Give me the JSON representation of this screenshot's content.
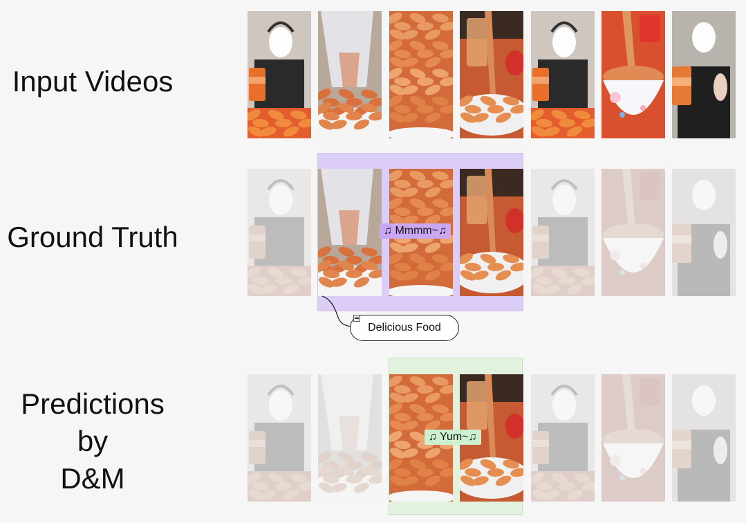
{
  "rows": [
    {
      "id": "input",
      "label_lines": [
        "Input Videos"
      ],
      "frames": [
        {
          "scene": "person-can",
          "faded": false
        },
        {
          "scene": "pouring-bowl",
          "faded": false
        },
        {
          "scene": "food-closeup",
          "faded": false
        },
        {
          "scene": "chopsticks-lift",
          "faded": false
        },
        {
          "scene": "person-can",
          "faded": false
        },
        {
          "scene": "bowl-chopsticks",
          "faded": false
        },
        {
          "scene": "person-can-2",
          "faded": false
        }
      ]
    },
    {
      "id": "ground-truth",
      "label_lines": [
        "Ground Truth"
      ],
      "highlight_color": "#dccdf6",
      "badge": "♫ Mmmm~♫",
      "badge_color": "#c9a7f2",
      "frames": [
        {
          "scene": "person-can",
          "faded": true
        },
        {
          "scene": "pouring-bowl",
          "faded": false
        },
        {
          "scene": "food-closeup",
          "faded": false
        },
        {
          "scene": "chopsticks-lift",
          "faded": false
        },
        {
          "scene": "person-can",
          "faded": true
        },
        {
          "scene": "bowl-chopsticks",
          "faded": true
        },
        {
          "scene": "person-can-2",
          "faded": true
        }
      ]
    },
    {
      "id": "predictions",
      "label_lines": [
        "Predictions",
        "by",
        "D&M"
      ],
      "highlight_color": "#e3f2dc",
      "badge": "♫ Yum~♫",
      "badge_color": "#cdf0cf",
      "frames": [
        {
          "scene": "person-can",
          "faded": true
        },
        {
          "scene": "pouring-bowl",
          "faded": true
        },
        {
          "scene": "food-closeup",
          "faded": false
        },
        {
          "scene": "chopsticks-lift",
          "faded": false
        },
        {
          "scene": "person-can",
          "faded": true
        },
        {
          "scene": "bowl-chopsticks",
          "faded": true
        },
        {
          "scene": "person-can-2",
          "faded": true
        }
      ]
    }
  ],
  "callout": {
    "text": "Delicious Food"
  }
}
